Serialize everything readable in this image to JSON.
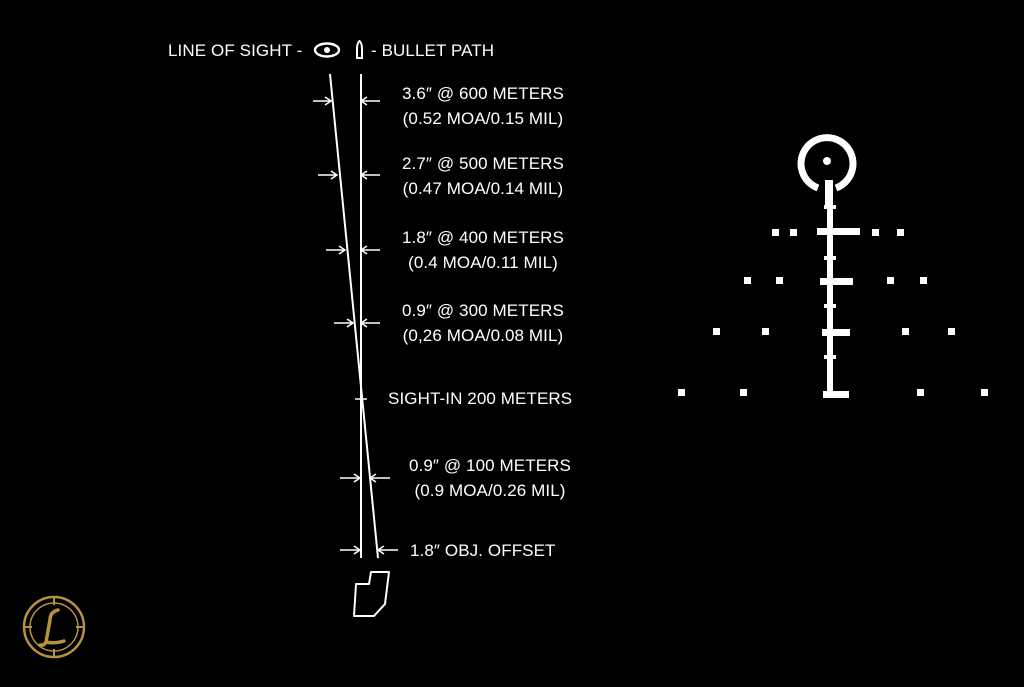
{
  "header": {
    "line_of_sight_label": "LINE OF SIGHT -",
    "bullet_path_label": "- BULLET PATH",
    "eye_icon": "eye-icon",
    "bullet_icon": "bullet-icon"
  },
  "annotations": [
    {
      "line1": "3.6″ @ 600 METERS",
      "line2": "(0.52 MOA/0.15 MIL)"
    },
    {
      "line1": "2.7″ @ 500 METERS",
      "line2": "(0.47 MOA/0.14 MIL)"
    },
    {
      "line1": "1.8″ @ 400 METERS",
      "line2": "(0.4 MOA/0.11 MIL)"
    },
    {
      "line1": "0.9″ @ 300 METERS",
      "line2": "(0,26 MOA/0.08 MIL)"
    },
    {
      "line1": "SIGHT-IN 200 METERS",
      "line2": ""
    },
    {
      "line1": "0.9″ @ 100 METERS",
      "line2": "(0.9 MOA/0.26 MIL)"
    },
    {
      "line1": "1.8″ OBJ. OFFSET",
      "line2": ""
    }
  ],
  "icons": {
    "rifle": "rifle-outline-icon",
    "logo": "leupold-logo-icon",
    "reticle": "crosshair-reticle-icon"
  },
  "colors": {
    "background": "#000000",
    "foreground": "#ffffff",
    "logo_gold": "#b8913f"
  }
}
